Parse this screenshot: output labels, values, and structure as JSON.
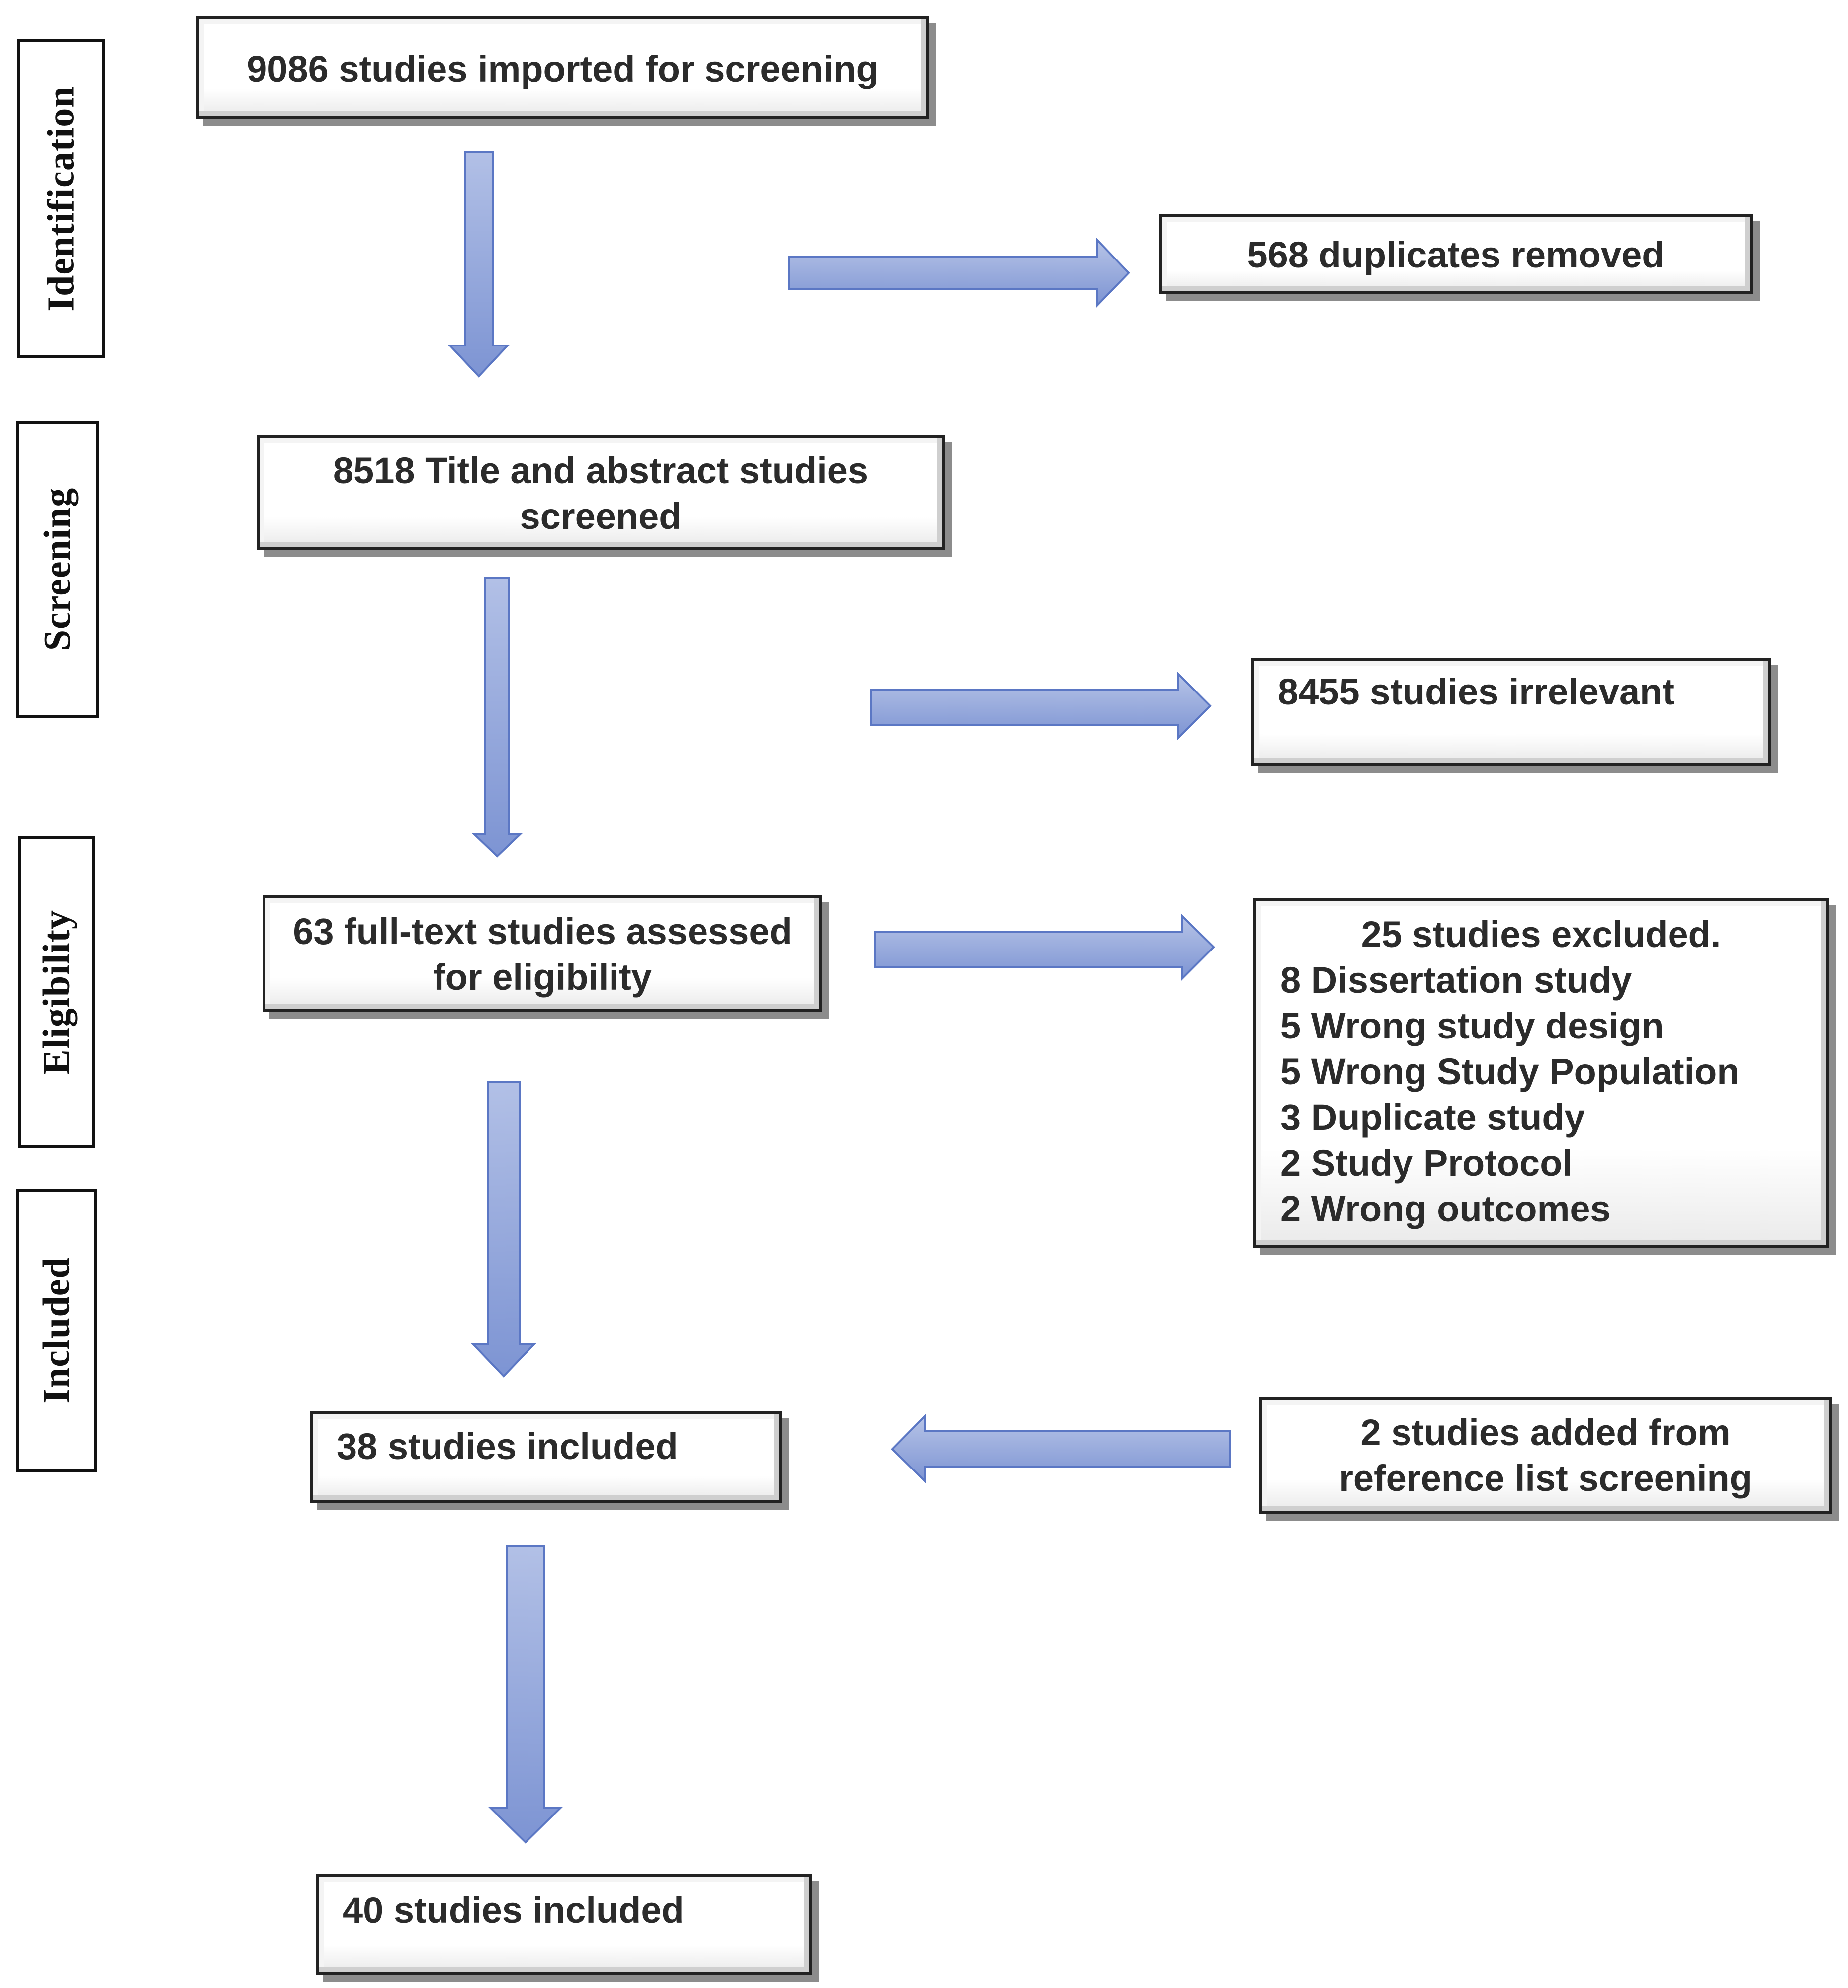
{
  "stages": {
    "identification": "Identification",
    "screening": "Screening",
    "eligibility": "Eligibility",
    "included": "Included"
  },
  "boxes": {
    "imported": [
      "9086 studies imported for screening"
    ],
    "duplicates": [
      "568 duplicates removed"
    ],
    "title_abstract": [
      "8518 Title and abstract studies",
      "screened"
    ],
    "irrelevant": [
      "8455 studies irrelevant"
    ],
    "full_text": [
      "63 full-text studies assessed",
      "for eligibility"
    ],
    "excluded": {
      "heading": "25 studies excluded.",
      "reasons": [
        "8 Dissertation study",
        "5 Wrong study design",
        "5 Wrong Study Population",
        "3 Duplicate study",
        "2 Study Protocol",
        "2 Wrong outcomes"
      ]
    },
    "included_38": [
      "38 studies included"
    ],
    "added_reference": [
      "2 studies added from",
      "reference list screening"
    ],
    "included_40": [
      "40 studies included"
    ]
  },
  "colors": {
    "arrow_fill_light": "#afbde3",
    "arrow_fill_dark": "#7f96d4",
    "arrow_stroke": "#5b77c4",
    "box_border": "#222222",
    "text": "#2b2b2b"
  }
}
